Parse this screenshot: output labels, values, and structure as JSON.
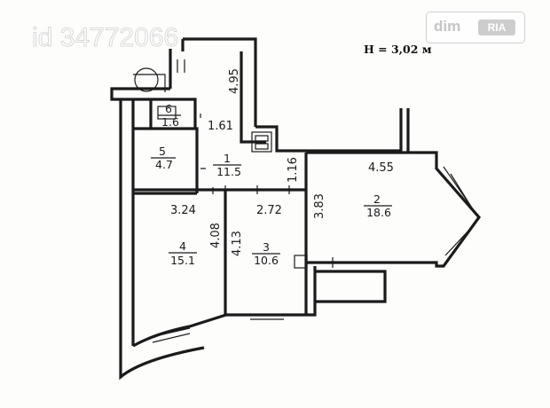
{
  "listing_id": "id 34772066",
  "watermark": {
    "brand": "dim",
    "badge": "RIA"
  },
  "ceiling_height": "H = 3,02 м",
  "dimensions": {
    "corridor_top_height": "4.95",
    "corridor_width": "1.61",
    "corridor_side": "1.16",
    "room2_width": "4.55",
    "room2_height": "3.83",
    "room4_width": "3.24",
    "room4_height": "4.08",
    "room3_width": "2.72",
    "room3_height": "4.13"
  },
  "rooms": [
    {
      "number": "6",
      "area": "1.6"
    },
    {
      "number": "5",
      "area": "4.7"
    },
    {
      "number": "1",
      "area": "11.5"
    },
    {
      "number": "2",
      "area": "18.6"
    },
    {
      "number": "4",
      "area": "15.1"
    },
    {
      "number": "3",
      "area": "10.6"
    }
  ]
}
